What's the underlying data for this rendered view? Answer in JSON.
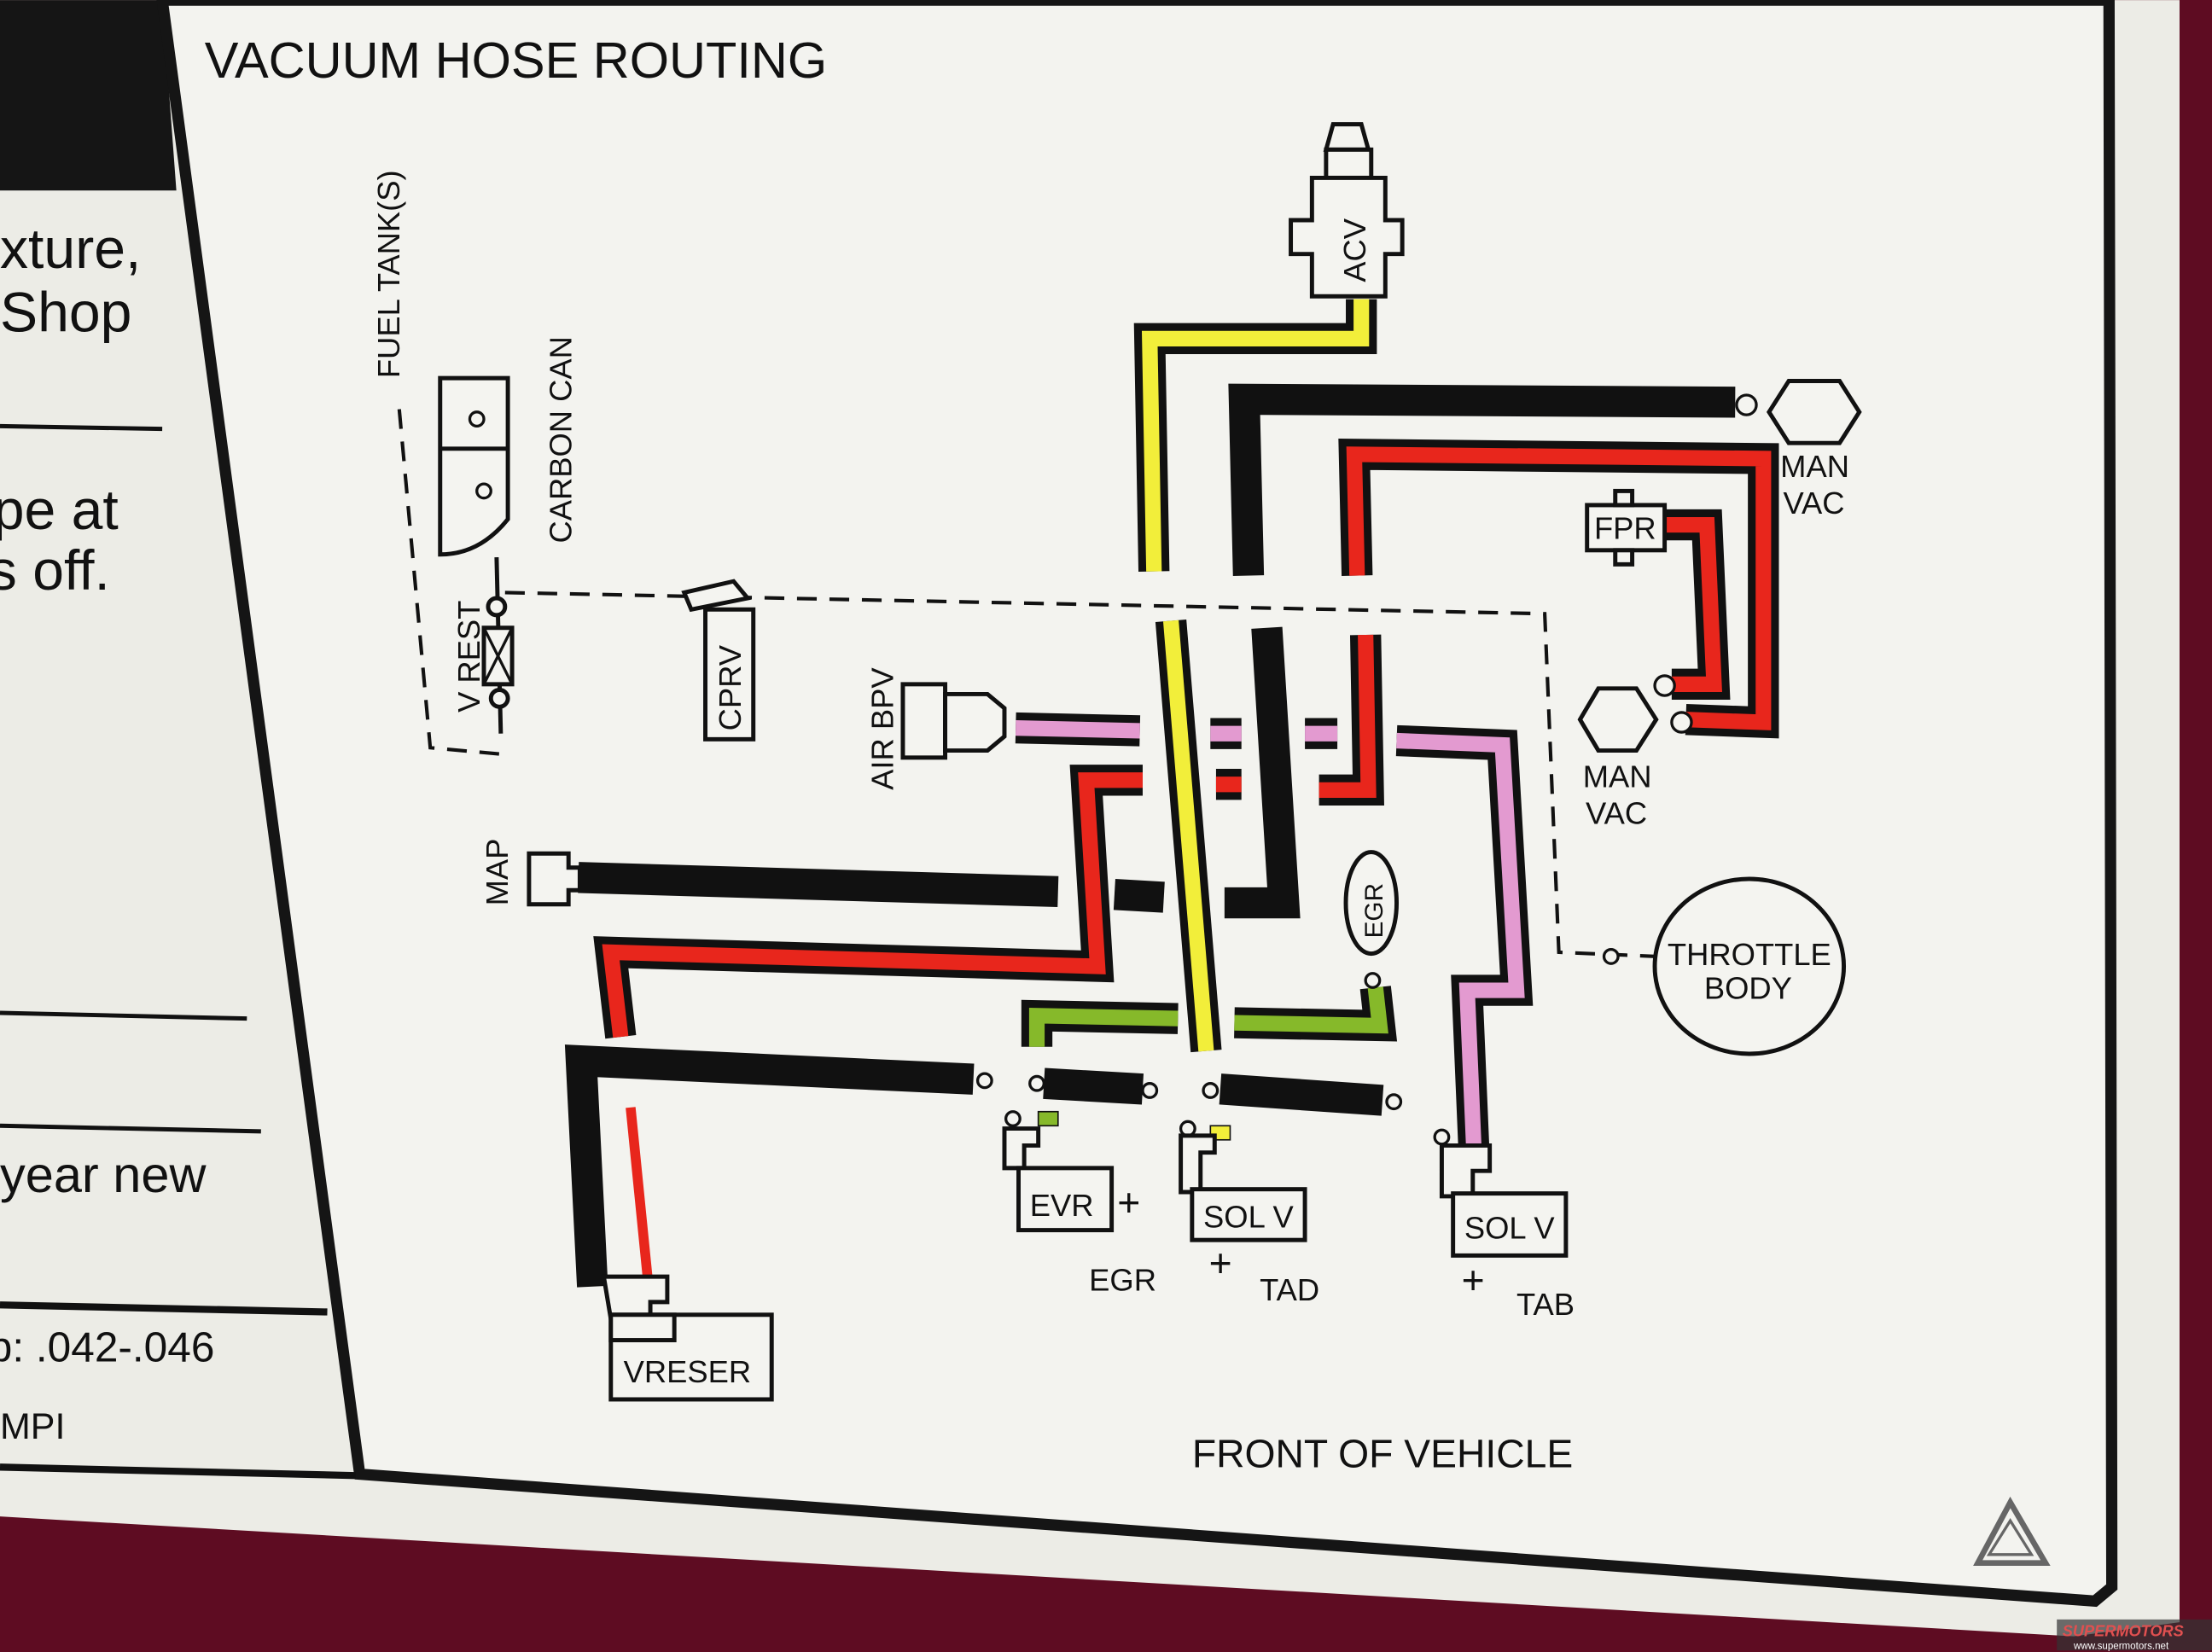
{
  "title": "VACUUM HOSE ROUTING",
  "left_panel": {
    "lines": [
      "xture,",
      "Shop",
      "pe at",
      "s off.",
      "year new",
      "p:  .042-.046",
      "MPI"
    ]
  },
  "labels": {
    "fuel_tank": "FUEL TANK(S)",
    "carbon_can": "CARBON CAN",
    "v_rest": "V REST",
    "cprv": "CPRV",
    "air_bpv": "AIR BPV",
    "map": "MAP",
    "acv": "ACV",
    "fpr": "FPR",
    "man_vac_1": [
      "MAN",
      "VAC"
    ],
    "man_vac_2": [
      "MAN",
      "VAC"
    ],
    "throttle_body": [
      "THROTTLE",
      "BODY"
    ],
    "egr_valve": "EGR",
    "evr": "EVR",
    "sol_v_1": "SOL V",
    "sol_v_2": "SOL V",
    "vreser": "VRESER",
    "egr": "EGR",
    "tad": "TAD",
    "tab": "TAB",
    "plus": "+",
    "front": "FRONT OF VEHICLE"
  },
  "colors": {
    "background": "#5e0c22",
    "black_hose": "#111111",
    "yellow_hose": "#f2ee3a",
    "red_hose": "#e8261c",
    "pink_hose": "#e39ad0",
    "green_hose": "#86b92a"
  },
  "watermark": {
    "brand": "SUPERMOTORS",
    "url": "www.supermotors.net"
  }
}
